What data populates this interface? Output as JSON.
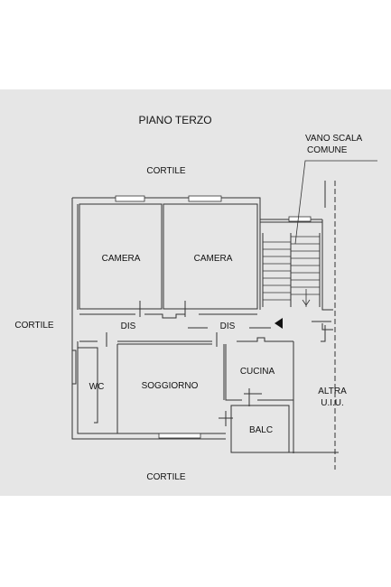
{
  "plan": {
    "title": "PIANO TERZO",
    "stair_label_line1": "VANO SCALA",
    "stair_label_line2": "COMUNE",
    "courtyard_top": "CORTILE",
    "courtyard_left": "CORTILE",
    "courtyard_bottom": "CORTILE",
    "neighbor_line1": "ALTRA",
    "neighbor_line2": "U.I.U."
  },
  "rooms": {
    "camera_1": "CAMERA",
    "camera_2": "CAMERA",
    "dis_1": "DIS",
    "dis_2": "DIS",
    "cucina": "CUCINA",
    "wc": "WC",
    "soggiorno": "SOGGIORNO",
    "balc": "BALC"
  },
  "colors": {
    "background": "#e6e6e6",
    "page": "#ffffff",
    "wall": "#333333"
  }
}
